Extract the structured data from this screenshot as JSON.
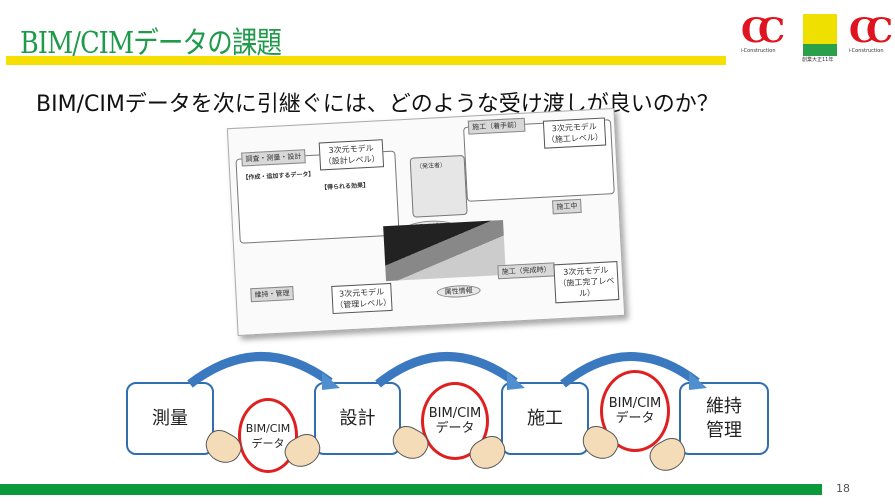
{
  "title": "BIM/CIMデータの課題",
  "subtitle": "BIM/CIMデータを次に引継ぐには、どのような受け渡しが良いのか？",
  "logos": {
    "left_caption": "i-Construction",
    "hokkaido_caption": "創業大正11年",
    "right_caption": "i-Construction"
  },
  "figure": {
    "survey_design": "調査・測量・設計",
    "model_design": "3次元モデル（設計レベル）",
    "construction_start": "施工（着手前）",
    "model_construction": "3次元モデル（施工レベル）",
    "orderer": "（発注者）",
    "benefits": "【得られる効果】",
    "data_label": "【作成・追加するデータ】",
    "model_3d": "3Dモデル",
    "attributes": "属性情報",
    "during": "施工中",
    "maintenance": "維持・管理",
    "model_maintenance": "3次元モデル（管理レベル）",
    "construction_done": "施工（完成時）",
    "model_done": "3次元モデル（施工完了レベル）"
  },
  "flow": {
    "steps": [
      "測量",
      "設計",
      "施工",
      "維持管理"
    ],
    "data_label_1": "BIM/CIM",
    "data_label_2": "データ"
  },
  "page_number": "18",
  "colors": {
    "title": "#1f9a4a",
    "accent_line": "#f5de00",
    "box_border": "#2f6fb0",
    "circle": "#e02020",
    "footer": "#0a9a3c"
  }
}
